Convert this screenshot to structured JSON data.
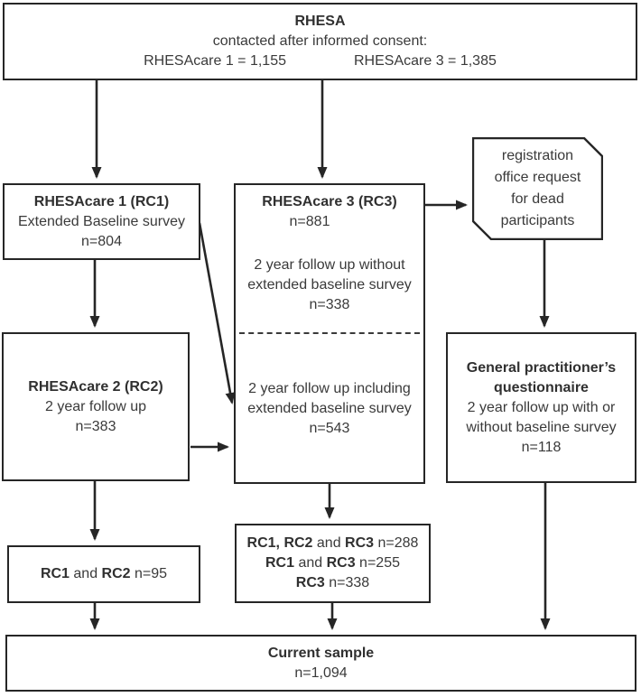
{
  "flowchart": {
    "top": {
      "title": "RHESA",
      "subtitle": "contacted after informed consent:",
      "stat_left": "RHESAcare 1 = 1,155",
      "stat_right": "RHESAcare 3 = 1,385"
    },
    "rc1": {
      "title": "RHESAcare 1 (RC1)",
      "line1": "Extended Baseline survey",
      "line2": "n=804"
    },
    "rc3": {
      "title": "RHESAcare 3 (RC3)",
      "n": "n=881",
      "without": {
        "line1": "2 year follow up without",
        "line2": "extended baseline survey",
        "n": "n=338"
      },
      "including": {
        "line1": "2 year follow up including",
        "line2": "extended baseline survey",
        "n": "n=543"
      }
    },
    "registration": {
      "line1": "registration",
      "line2": "office request",
      "line3": "for dead",
      "line4": "participants"
    },
    "rc2": {
      "title": "RHESAcare 2 (RC2)",
      "line1": "2 year follow up",
      "line2": "n=383"
    },
    "gp": {
      "title1": "General practitioner’s",
      "title2": "questionnaire",
      "line1": "2 year follow up with or",
      "line2": "without baseline survey",
      "line3": "n=118"
    },
    "rc1rc2": {
      "b1": "RC1",
      "t1": " and ",
      "b2": "RC2",
      "t2": " n=95"
    },
    "combo": {
      "row1": {
        "b1": "RC1, RC2",
        "t1": " and ",
        "b2": "RC3",
        "t2": " n=288"
      },
      "row2": {
        "b1": "RC1",
        "t1": " and ",
        "b2": "RC3",
        "t2": " n=255"
      },
      "row3": {
        "b1": "RC3",
        "t2": " n=338"
      }
    },
    "current": {
      "title": "Current sample",
      "n": "n=1,094"
    },
    "line_color": "#262626"
  }
}
